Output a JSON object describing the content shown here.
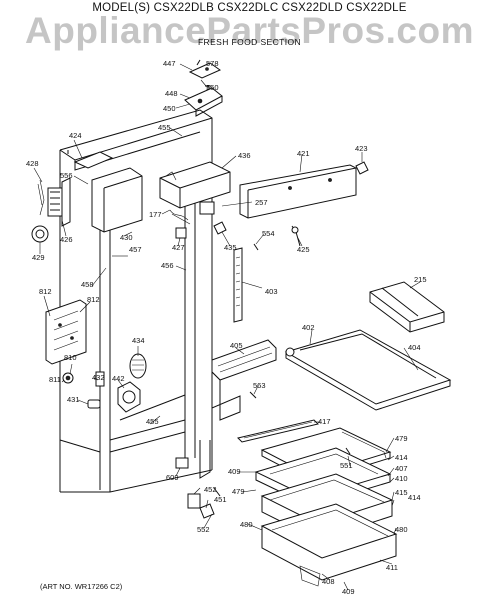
{
  "header": {
    "model_line": "MODEL(S)  CSX22DLB CSX22DLC CSX22DLD CSX22DLE",
    "section_title": "FRESH FOOD SECTION",
    "watermark": "AppliancePartsPros.com"
  },
  "footer": {
    "art_no": "(ART NO. WR17266 C2)"
  },
  "parts": [
    "447",
    "578",
    "448",
    "560",
    "450",
    "455",
    "424",
    "436",
    "421",
    "423",
    "428",
    "556",
    "177",
    "257",
    "554",
    "425",
    "426",
    "430",
    "427",
    "435",
    "429",
    "457",
    "456",
    "403",
    "458",
    "215",
    "812",
    "812",
    "402",
    "404",
    "434",
    "405",
    "810",
    "563",
    "811",
    "432",
    "442",
    "431",
    "455",
    "417",
    "479",
    "414",
    "551",
    "409",
    "407",
    "609",
    "410",
    "479",
    "415",
    "414",
    "452",
    "451",
    "480",
    "480",
    "552",
    "411",
    "408",
    "409"
  ]
}
